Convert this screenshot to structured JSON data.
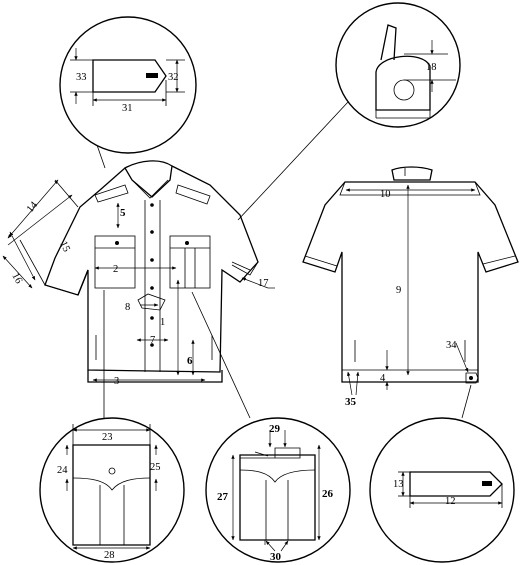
{
  "labels": {
    "l1": "1",
    "l2": "2",
    "l3": "3",
    "l4": "4",
    "l5": "5",
    "l6": "6",
    "l7": "7",
    "l8": "8",
    "l9": "9",
    "l10": "10",
    "l12": "12",
    "l13": "13",
    "l14": "14",
    "l15": "15",
    "l16": "16",
    "l17": "17",
    "l18": "18",
    "l23": "23",
    "l24": "24",
    "l25": "25",
    "l26": "26",
    "l27": "27",
    "l28": "28",
    "l29": "29",
    "l30": "30",
    "l31": "31",
    "l32": "32",
    "l33": "33",
    "l34": "34",
    "l35": "35"
  }
}
